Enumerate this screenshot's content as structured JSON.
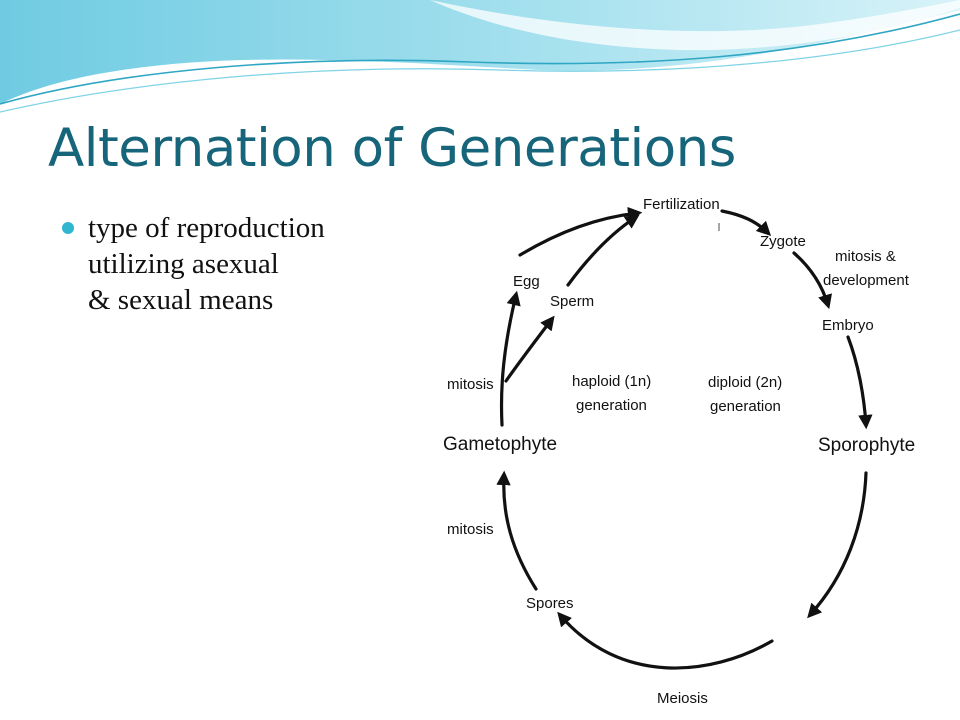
{
  "slide": {
    "title": "Alternation of Generations",
    "bullets": [
      {
        "lines": [
          "type of reproduction",
          "utilizing asexual",
          "& sexual means"
        ]
      }
    ]
  },
  "diagram": {
    "labels": {
      "fertilization": "Fertilization",
      "zygote": "Zygote",
      "mitosis_development_1": "mitosis &",
      "mitosis_development_2": "development",
      "embryo": "Embryo",
      "sporophyte": "Sporophyte",
      "meiosis": "Meiosis",
      "spores": "Spores",
      "mitosis_lower": "mitosis",
      "gametophyte": "Gametophyte",
      "mitosis_upper": "mitosis",
      "egg": "Egg",
      "sperm": "Sperm",
      "haploid_1": "haploid (1n)",
      "haploid_2": "generation",
      "diploid_1": "diploid (2n)",
      "diploid_2": "generation"
    }
  },
  "colors": {
    "title": "#17657a",
    "bullet": "#31b6d0",
    "wave_light": "#bfe9f3",
    "wave_mid": "#7fd3e6",
    "wave_dark": "#2fa6c3"
  }
}
